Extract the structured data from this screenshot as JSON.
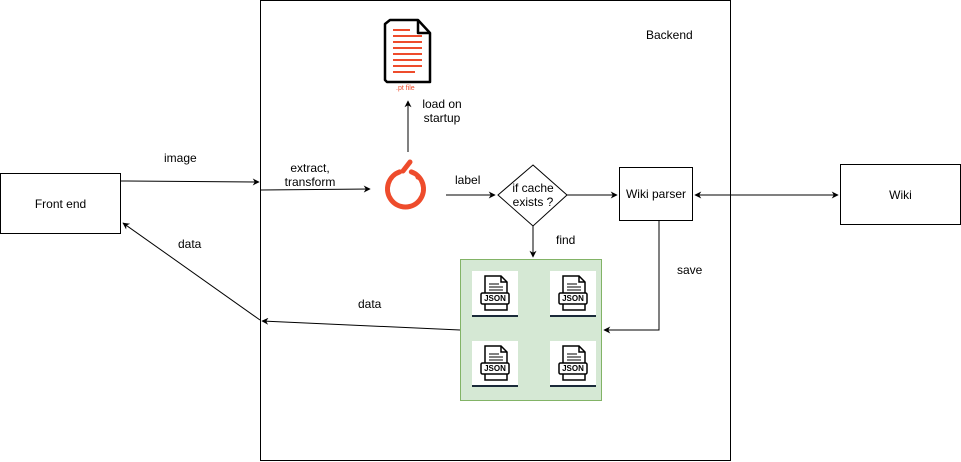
{
  "containers": {
    "backend_label": "Backend",
    "frontend_label": "Front end",
    "wiki_label": "Wiki",
    "wikiparser_label": "Wiki parser"
  },
  "decision": {
    "label_line1": "if cache",
    "label_line2": "exists ?"
  },
  "file": {
    "caption": ".pt file"
  },
  "json_files": [
    {
      "text": "JSON"
    },
    {
      "text": "JSON"
    },
    {
      "text": "JSON"
    },
    {
      "text": "JSON"
    }
  ],
  "edges": {
    "image": "image",
    "extract_line1": "extract,",
    "extract_line2": "transform",
    "load_line1": "load on",
    "load_line2": "startup",
    "label": "label",
    "find": "find",
    "save": "save",
    "data_to_frontend": "data",
    "data_from_cache": "data"
  },
  "colors": {
    "pytorch": "#ee4c2c",
    "cache_fill": "#d5e8d4",
    "cache_border": "#82b366"
  },
  "icons": [
    "pytorch-icon",
    "document-icon",
    "json-file-icon"
  ]
}
